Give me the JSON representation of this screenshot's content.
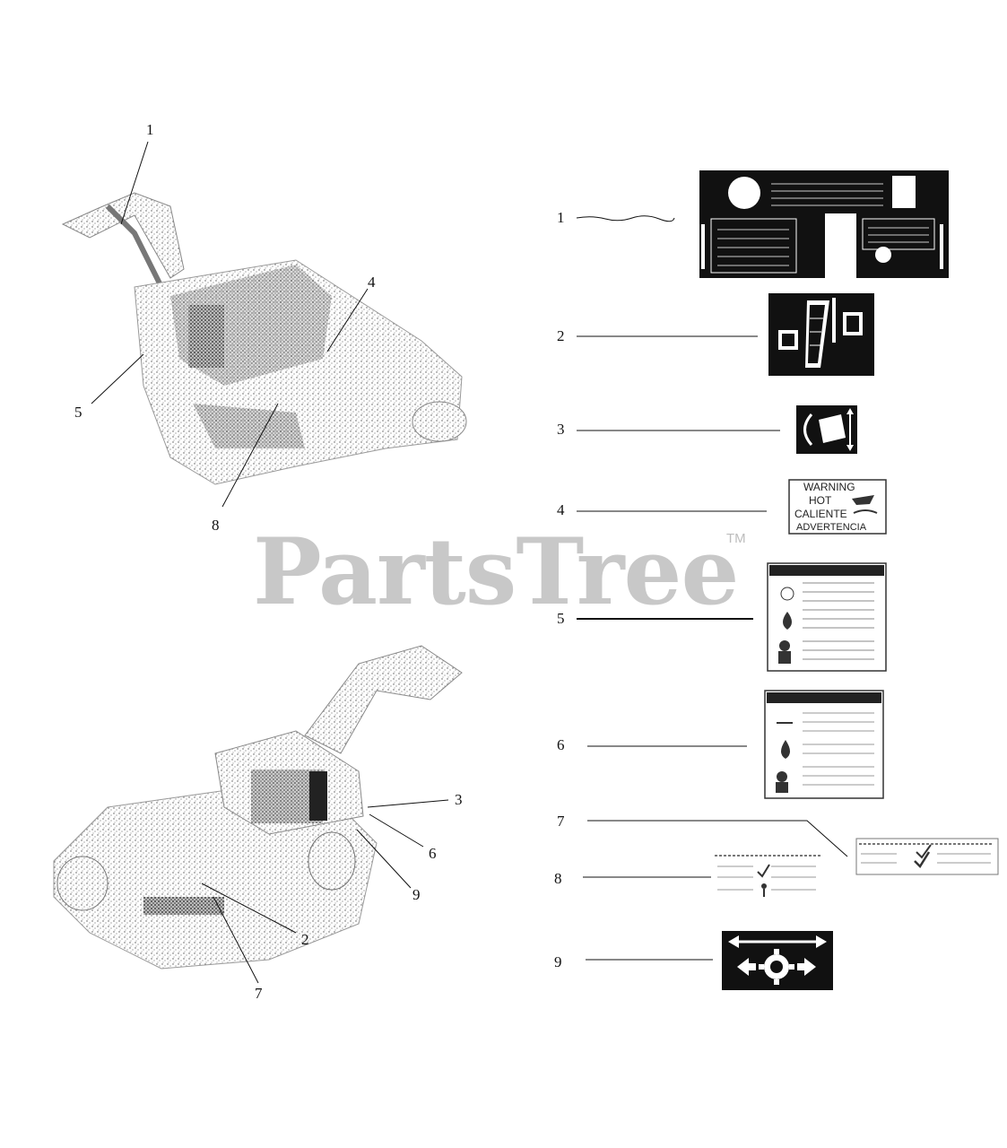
{
  "watermark": {
    "text": "PartsTree",
    "tm": "TM"
  },
  "callouts_top": [
    "1",
    "4",
    "5",
    "8"
  ],
  "callouts_bottom": [
    "3",
    "6",
    "9",
    "2",
    "7"
  ],
  "decal_numbers": [
    "1",
    "2",
    "3",
    "4",
    "5",
    "6",
    "7",
    "8",
    "9"
  ],
  "decal4": {
    "line1": "WARNING",
    "line2": "HOT",
    "line3": "CALIENTE",
    "line4": "ADVERTENCIA"
  }
}
